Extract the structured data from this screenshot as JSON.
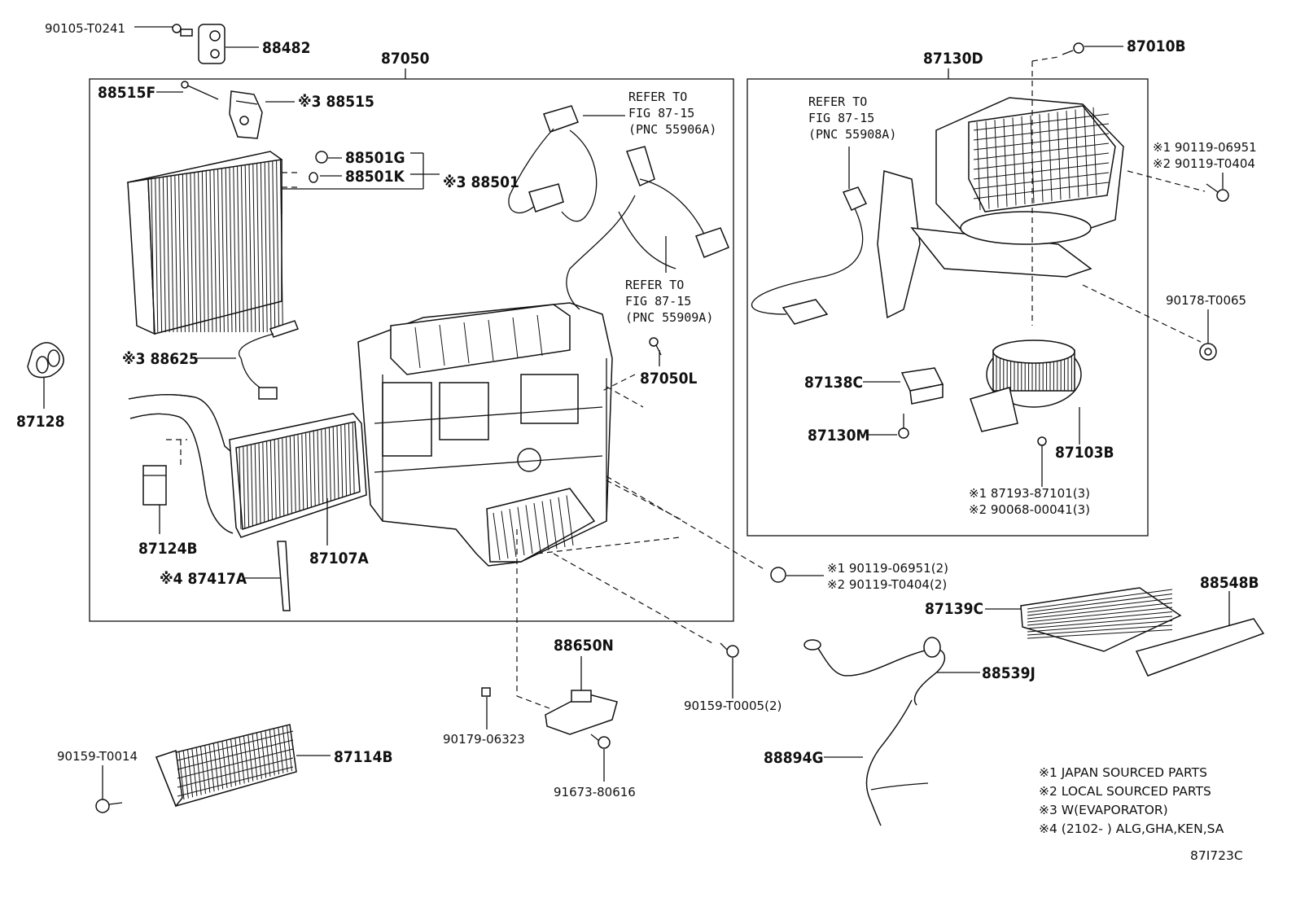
{
  "labels": {
    "p90105": "90105-T0241",
    "p88482": "88482",
    "p87050": "87050",
    "p88515F": "88515F",
    "p88515": "※3 88515",
    "p88501G": "88501G",
    "p88501K": "88501K",
    "p88501": "※3 88501",
    "p88625": "※3 88625",
    "p87128": "87128",
    "p87124B": "87124B",
    "p87107A": "87107A",
    "p87417A": "※4 87417A",
    "p87050L": "87050L",
    "p87130D": "87130D",
    "p87010B": "87010B",
    "p90119a": "※1 90119-06951",
    "p90119b": "※2 90119-T0404",
    "p90178": "90178-T0065",
    "p87138C": "87138C",
    "p87130M": "87130M",
    "p87103B": "87103B",
    "p87193": "※1 87193-87101(3)",
    "p90068": "※2 90068-00041(3)",
    "p90119c": "※1 90119-06951(2)",
    "p90119d": "※2 90119-T0404(2)",
    "p88548B": "88548B",
    "p87139C": "87139C",
    "p88650N": "88650N",
    "p88539J": "88539J",
    "p90159a": "90159-T0005(2)",
    "p90179": "90179-06323",
    "p88894G": "88894G",
    "p90159b": "90159-T0014",
    "p87114B": "87114B",
    "p91673": "91673-80616"
  },
  "refs": {
    "r1": [
      "REFER TO",
      "FIG 87-15",
      "(PNC 55906A)"
    ],
    "r2": [
      "REFER TO",
      "FIG 87-15",
      "(PNC 55909A)"
    ],
    "r3": [
      "REFER TO",
      "FIG 87-15",
      "(PNC 55908A)"
    ]
  },
  "notes": [
    "※1 JAPAN SOURCED PARTS",
    "※2 LOCAL SOURCED PARTS",
    "※3 W(EVAPORATOR)",
    "※4 (2102-       ) ALG,GHA,KEN,SA"
  ],
  "figure_code": "87I723C"
}
